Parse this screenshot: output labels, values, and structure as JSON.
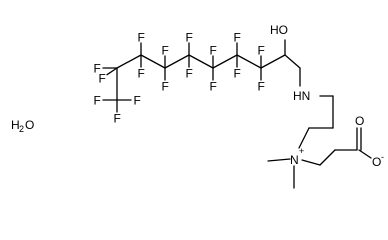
{
  "molecule": {
    "water": {
      "h": "H",
      "sub": "2",
      "o": "O"
    },
    "labels": {
      "fluorine": "F",
      "hydroxyl": "HO",
      "amine": "HN",
      "ammonium": "N",
      "plus": "+",
      "oxygen": "O",
      "minus": "-"
    }
  }
}
